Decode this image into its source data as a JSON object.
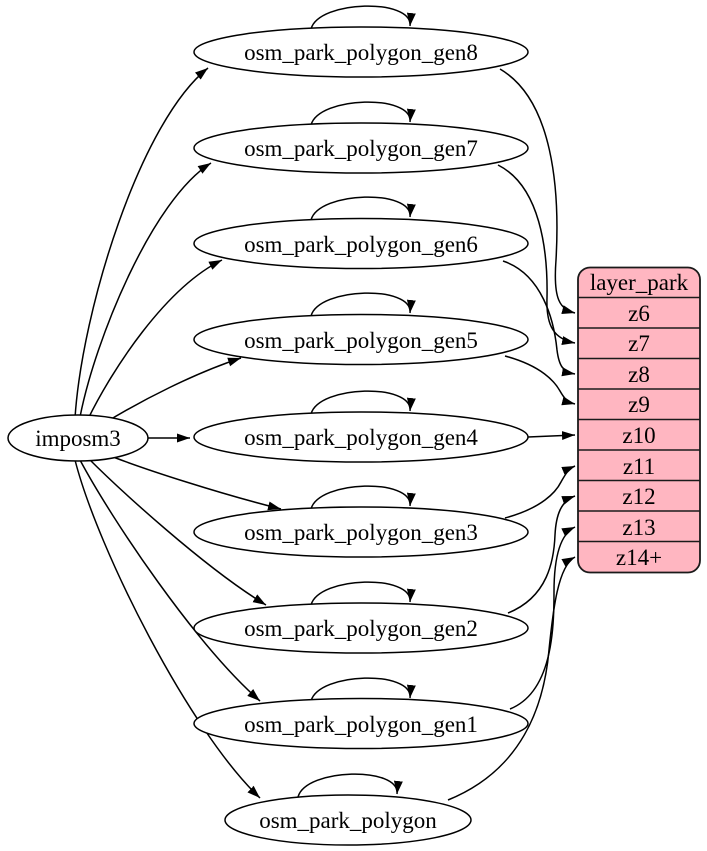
{
  "diagram": {
    "kind": "etl-dependency-graph",
    "background": "#ffffff",
    "colors": {
      "node_fill": "#ffffff",
      "node_stroke": "#000000",
      "edge_stroke": "#000000",
      "table_fill": "#ffb6c1",
      "table_stroke": "#1a1a1a",
      "text": "#000000"
    },
    "nodes": [
      {
        "id": "imposm3",
        "label": "imposm3"
      },
      {
        "id": "osm_park_polygon_gen8",
        "label": "osm_park_polygon_gen8"
      },
      {
        "id": "osm_park_polygon_gen7",
        "label": "osm_park_polygon_gen7"
      },
      {
        "id": "osm_park_polygon_gen6",
        "label": "osm_park_polygon_gen6"
      },
      {
        "id": "osm_park_polygon_gen5",
        "label": "osm_park_polygon_gen5"
      },
      {
        "id": "osm_park_polygon_gen4",
        "label": "osm_park_polygon_gen4"
      },
      {
        "id": "osm_park_polygon_gen3",
        "label": "osm_park_polygon_gen3"
      },
      {
        "id": "osm_park_polygon_gen2",
        "label": "osm_park_polygon_gen2"
      },
      {
        "id": "osm_park_polygon_gen1",
        "label": "osm_park_polygon_gen1"
      },
      {
        "id": "osm_park_polygon",
        "label": "osm_park_polygon"
      }
    ],
    "layer_table": {
      "title": "layer_park",
      "rows": [
        "z6",
        "z7",
        "z8",
        "z9",
        "z10",
        "z11",
        "z12",
        "z13",
        "z14+"
      ],
      "fill_color": "#ffb6c1"
    },
    "edges": [
      {
        "from": "imposm3",
        "to": "osm_park_polygon_gen8",
        "type": "flow"
      },
      {
        "from": "imposm3",
        "to": "osm_park_polygon_gen7",
        "type": "flow"
      },
      {
        "from": "imposm3",
        "to": "osm_park_polygon_gen6",
        "type": "flow"
      },
      {
        "from": "imposm3",
        "to": "osm_park_polygon_gen5",
        "type": "flow"
      },
      {
        "from": "imposm3",
        "to": "osm_park_polygon_gen4",
        "type": "flow"
      },
      {
        "from": "imposm3",
        "to": "osm_park_polygon_gen3",
        "type": "flow"
      },
      {
        "from": "imposm3",
        "to": "osm_park_polygon_gen2",
        "type": "flow"
      },
      {
        "from": "imposm3",
        "to": "osm_park_polygon_gen1",
        "type": "flow"
      },
      {
        "from": "imposm3",
        "to": "osm_park_polygon",
        "type": "flow"
      },
      {
        "from": "osm_park_polygon_gen8",
        "to": "osm_park_polygon_gen8",
        "type": "self-loop"
      },
      {
        "from": "osm_park_polygon_gen7",
        "to": "osm_park_polygon_gen7",
        "type": "self-loop"
      },
      {
        "from": "osm_park_polygon_gen6",
        "to": "osm_park_polygon_gen6",
        "type": "self-loop"
      },
      {
        "from": "osm_park_polygon_gen5",
        "to": "osm_park_polygon_gen5",
        "type": "self-loop"
      },
      {
        "from": "osm_park_polygon_gen4",
        "to": "osm_park_polygon_gen4",
        "type": "self-loop"
      },
      {
        "from": "osm_park_polygon_gen3",
        "to": "osm_park_polygon_gen3",
        "type": "self-loop"
      },
      {
        "from": "osm_park_polygon_gen2",
        "to": "osm_park_polygon_gen2",
        "type": "self-loop"
      },
      {
        "from": "osm_park_polygon_gen1",
        "to": "osm_park_polygon_gen1",
        "type": "self-loop"
      },
      {
        "from": "osm_park_polygon",
        "to": "osm_park_polygon",
        "type": "self-loop"
      },
      {
        "from": "osm_park_polygon_gen8",
        "to": "layer_park.z6",
        "type": "flow"
      },
      {
        "from": "osm_park_polygon_gen7",
        "to": "layer_park.z7",
        "type": "flow"
      },
      {
        "from": "osm_park_polygon_gen6",
        "to": "layer_park.z8",
        "type": "flow"
      },
      {
        "from": "osm_park_polygon_gen5",
        "to": "layer_park.z9",
        "type": "flow"
      },
      {
        "from": "osm_park_polygon_gen4",
        "to": "layer_park.z10",
        "type": "flow"
      },
      {
        "from": "osm_park_polygon_gen3",
        "to": "layer_park.z11",
        "type": "flow"
      },
      {
        "from": "osm_park_polygon_gen2",
        "to": "layer_park.z12",
        "type": "flow"
      },
      {
        "from": "osm_park_polygon_gen1",
        "to": "layer_park.z13",
        "type": "flow"
      },
      {
        "from": "osm_park_polygon",
        "to": "layer_park.z14+",
        "type": "flow"
      }
    ]
  }
}
